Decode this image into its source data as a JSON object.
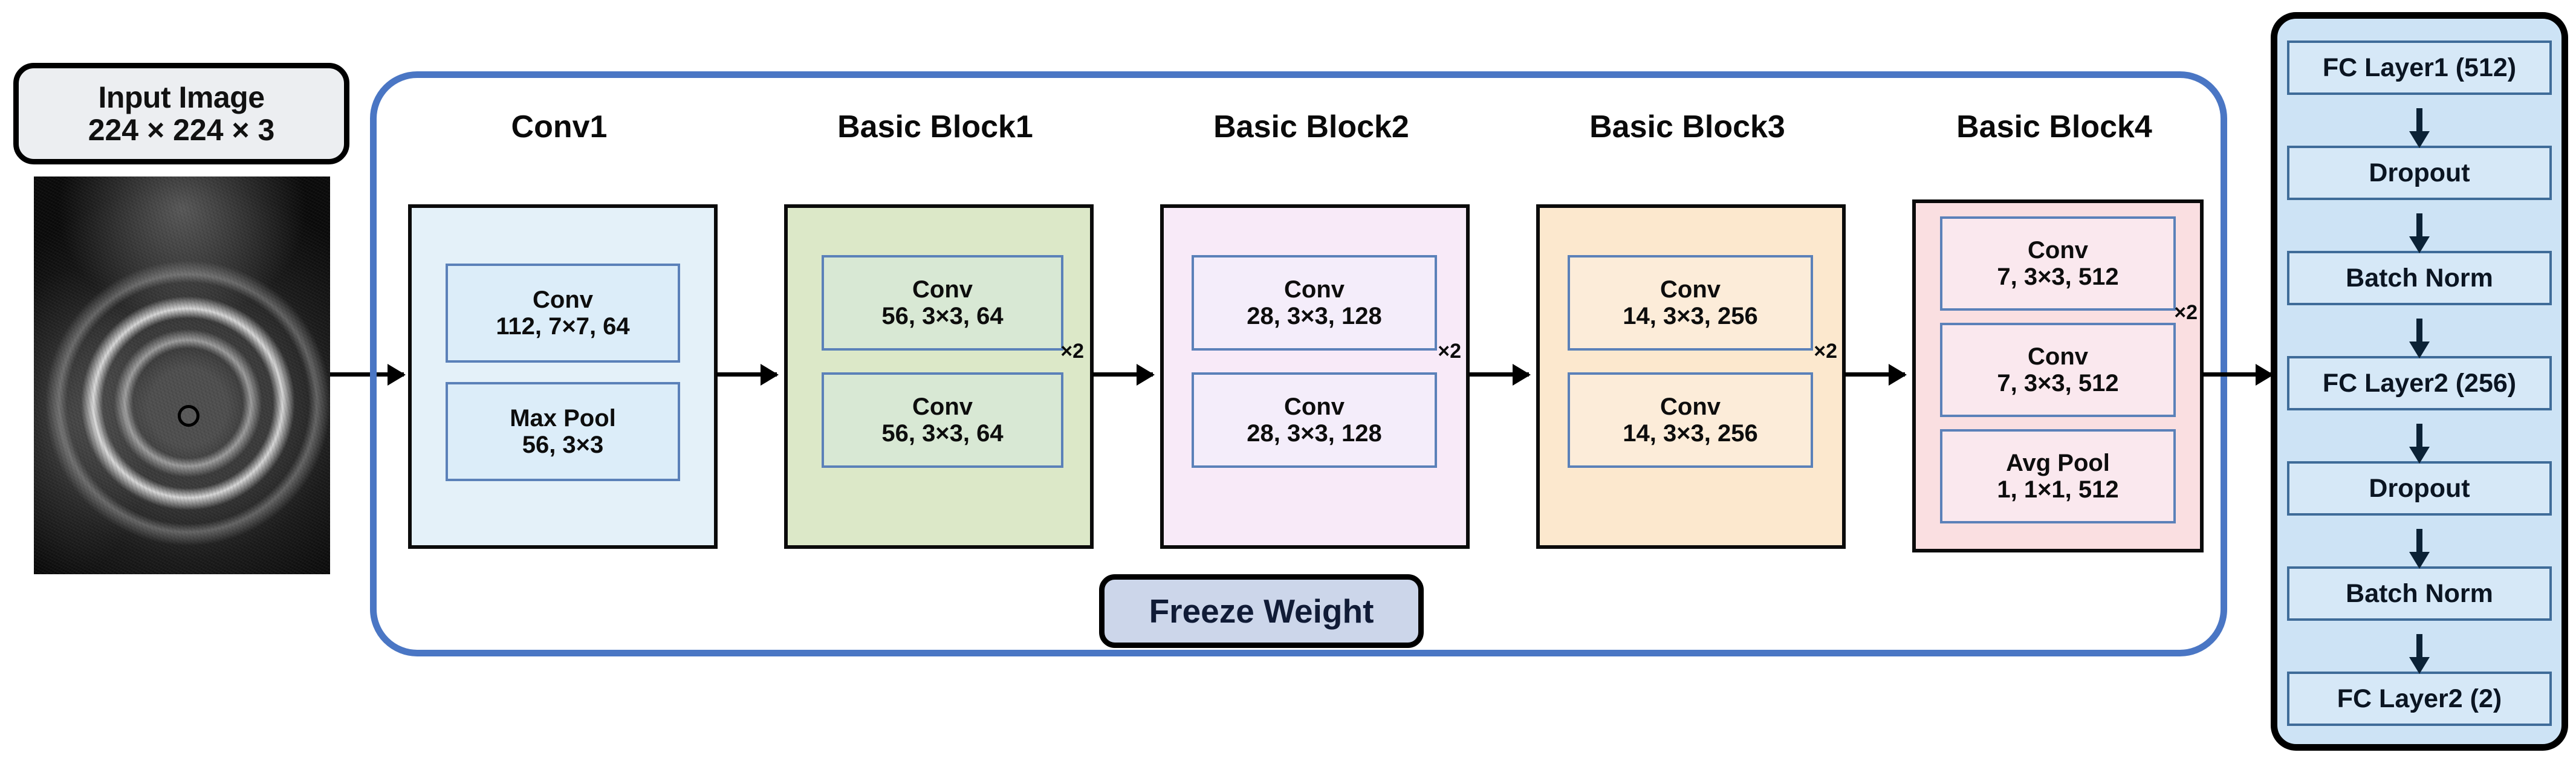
{
  "input": {
    "badge_title": "Input Image",
    "badge_dims": "224 × 224 × 3",
    "photo_alt": "grayscale-ultrasound-image"
  },
  "freeze": {
    "badge_label": "Freeze Weight",
    "border_color": "#4a76c4"
  },
  "backbone": {
    "stages": [
      {
        "title": "Conv1",
        "bg": "#e4f1f9",
        "repeat": "",
        "layers": [
          {
            "type": "Conv",
            "spec": "112, 7×7, 64"
          },
          {
            "type": "Max Pool",
            "spec": "56, 3×3"
          }
        ]
      },
      {
        "title": "Basic Block1",
        "bg": "#dce8c8",
        "repeat": "×2",
        "layers": [
          {
            "type": "Conv",
            "spec": "56, 3×3, 64"
          },
          {
            "type": "Conv",
            "spec": "56, 3×3, 64"
          }
        ]
      },
      {
        "title": "Basic Block2",
        "bg": "#f8eaf8",
        "repeat": "×2",
        "layers": [
          {
            "type": "Conv",
            "spec": "28, 3×3, 128"
          },
          {
            "type": "Conv",
            "spec": "28, 3×3, 128"
          }
        ]
      },
      {
        "title": "Basic Block3",
        "bg": "#fce8ce",
        "repeat": "×2",
        "layers": [
          {
            "type": "Conv",
            "spec": "14, 3×3, 256"
          },
          {
            "type": "Conv",
            "spec": "14, 3×3, 256"
          }
        ]
      },
      {
        "title": "Basic Block4",
        "bg": "#fadfe1",
        "repeat": "×2",
        "layers": [
          {
            "type": "Conv",
            "spec": "7, 3×3, 512"
          },
          {
            "type": "Conv",
            "spec": "7, 3×3, 512"
          },
          {
            "type": "Avg Pool",
            "spec": "1, 1×1, 512"
          }
        ]
      }
    ]
  },
  "classifier": {
    "bg": "#cde3f5",
    "rows": [
      {
        "label": "FC Layer1 (512)"
      },
      {
        "label": "Dropout"
      },
      {
        "label": "Batch Norm"
      },
      {
        "label": "FC Layer2 (256)"
      },
      {
        "label": "Dropout"
      },
      {
        "label": "Batch Norm"
      },
      {
        "label": "FC Layer2 (2)"
      }
    ]
  }
}
